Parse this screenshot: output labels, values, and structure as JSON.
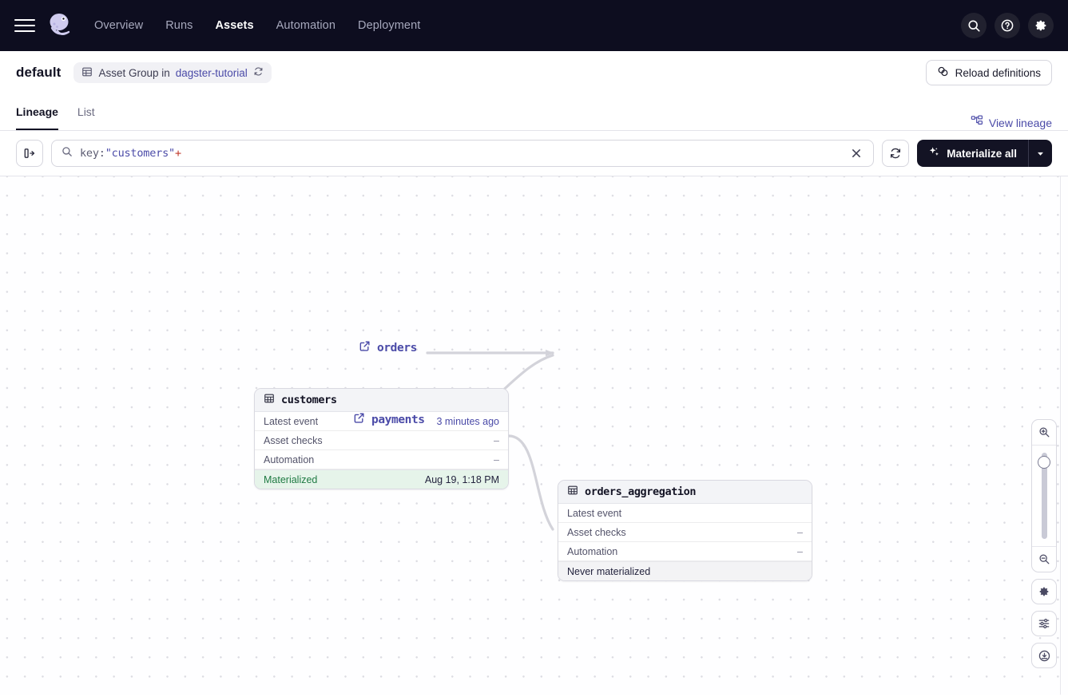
{
  "topnav": {
    "menu_icon": "hamburger-icon",
    "logo": "dagster-logo",
    "links": [
      {
        "label": "Overview",
        "active": false
      },
      {
        "label": "Runs",
        "active": false
      },
      {
        "label": "Assets",
        "active": true
      },
      {
        "label": "Automation",
        "active": false
      },
      {
        "label": "Deployment",
        "active": false
      }
    ],
    "actions": [
      {
        "name": "search-icon",
        "label": "Search"
      },
      {
        "name": "help-icon",
        "label": "Help"
      },
      {
        "name": "settings-icon",
        "label": "Settings"
      }
    ]
  },
  "breadcrumb": {
    "title": "default",
    "pill_icon": "table-icon",
    "pill_prefix": "Asset Group in",
    "pill_link": "dagster-tutorial",
    "pill_refresh_icon": "refresh-icon",
    "reload_label": "Reload definitions",
    "reload_icon": "reload-icon"
  },
  "tabs": {
    "items": [
      {
        "label": "Lineage",
        "active": true
      },
      {
        "label": "List",
        "active": false
      }
    ],
    "view_lineage_label": "View lineage",
    "view_lineage_icon": "lineage-graph-icon"
  },
  "toolbar": {
    "expand_icon": "sidebar-expand-icon",
    "search_icon": "search-icon",
    "query": {
      "key": "key:",
      "value": "\"customers\"",
      "operator": "+"
    },
    "clear_icon": "close-icon",
    "refresh_icon": "refresh-icon",
    "materialize_label": "Materialize all",
    "materialize_icon": "sparkle-icon",
    "materialize_caret": "chevron-down-icon"
  },
  "graph": {
    "nodes": [
      {
        "id": "customers",
        "type": "asset",
        "title": "customers",
        "icon": "table-icon",
        "rows": [
          {
            "label": "Latest event",
            "value": "3 minutes ago",
            "style": "link"
          },
          {
            "label": "Asset checks",
            "value": "–",
            "style": "dash"
          },
          {
            "label": "Automation",
            "value": "–",
            "style": "dash"
          }
        ],
        "status": {
          "label": "Materialized",
          "value": "Aug 19, 1:18 PM",
          "style": "green"
        }
      },
      {
        "id": "orders_aggregation",
        "type": "asset",
        "title": "orders_aggregation",
        "icon": "table-icon",
        "rows": [
          {
            "label": "Latest event",
            "value": "",
            "style": "empty"
          },
          {
            "label": "Asset checks",
            "value": "–",
            "style": "dash"
          },
          {
            "label": "Automation",
            "value": "–",
            "style": "dash"
          }
        ],
        "status": {
          "label": "Never materialized",
          "value": "",
          "style": "never"
        }
      },
      {
        "id": "orders",
        "type": "external",
        "title": "orders",
        "icon": "external-link-icon"
      },
      {
        "id": "payments",
        "type": "external",
        "title": "payments",
        "icon": "external-link-icon"
      }
    ],
    "edges": [
      {
        "from": "customers",
        "to": "orders_aggregation"
      },
      {
        "from": "orders",
        "to": "orders_aggregation"
      },
      {
        "from": "payments",
        "to": "orders_aggregation"
      }
    ]
  },
  "zoom_controls": {
    "zoom_in_icon": "zoom-in-icon",
    "zoom_out_icon": "zoom-out-icon",
    "slider": "zoom-slider",
    "settings_icon": "gear-icon",
    "filters_icon": "sliders-icon",
    "recenter_icon": "recenter-icon"
  },
  "colors": {
    "nav_bg": "#0d0d1f",
    "accent_link": "#4b4ba8",
    "materialized_bg": "#e6f4ea",
    "materialized_text": "#1f7a43",
    "button_dark": "#131324"
  }
}
